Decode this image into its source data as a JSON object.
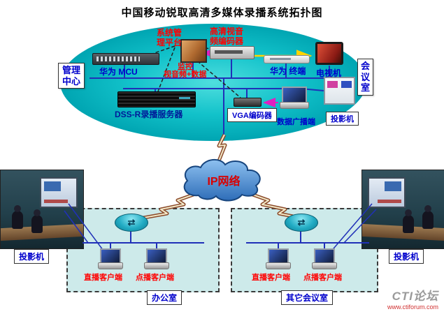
{
  "title": "中国移动锐取高清多媒体录播系统拓扑图",
  "center": {
    "management_label": "管理中心",
    "conference_label": "会议室",
    "system_platform": "系统管理平台",
    "mcu": "华为 MCU",
    "monitor_line1": "监控",
    "monitor_line2": "视音频+数据",
    "hd_encoder": "高清视音频编码器",
    "huawei_terminal": "华为 终端",
    "tv": "电视机",
    "dss_server": "DSS-R录播服务器",
    "vga_encoder": "VGA编码器",
    "data_broadcast": "数据广播端",
    "projector": "投影机"
  },
  "cloud": {
    "label": "IP网络"
  },
  "office": {
    "room_label": "办公室",
    "live_client": "直播客户端",
    "vod_client": "点播客户端",
    "projector": "投影机"
  },
  "other_room": {
    "room_label": "其它会议室",
    "live_client": "直播客户端",
    "vod_client": "点播客户端",
    "projector": "投影机"
  },
  "watermark": {
    "logo": "CTI论坛",
    "url": "www.ctiforum.com"
  },
  "colors": {
    "ellipse_fill": "#12c2ca",
    "lan_box_fill": "#cdeaea",
    "bus_line": "#2030b8",
    "red_label": "#ff0000",
    "blue_label": "#0000cc",
    "cloud_fill": "#2e6db8",
    "router_fill": "#22acc4",
    "arrow_yellow": "#ffd400",
    "arrow_magenta": "#e020c0"
  }
}
